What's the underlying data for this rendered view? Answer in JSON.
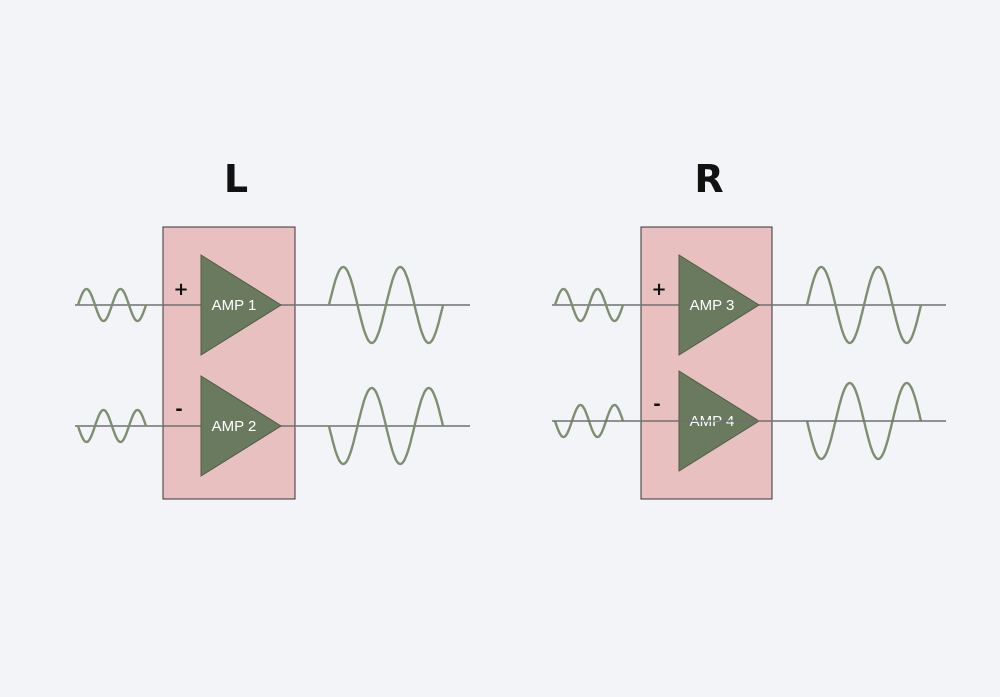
{
  "colors": {
    "background": "#f2f4f8",
    "amp_box": "#e8c0c0",
    "amp_box_border": "#333333",
    "amplifier": "#6a7a5f",
    "wave": "#7e8e72",
    "wire": "#707070",
    "text": "#111111"
  },
  "channels": [
    {
      "label": "L",
      "amps": [
        {
          "label": "AMP 1",
          "polarity": "+",
          "inverted": false
        },
        {
          "label": "AMP 2",
          "polarity": "-",
          "inverted": true
        }
      ]
    },
    {
      "label": "R",
      "amps": [
        {
          "label": "AMP 3",
          "polarity": "+",
          "inverted": false
        },
        {
          "label": "AMP 4",
          "polarity": "-",
          "inverted": true
        }
      ]
    }
  ]
}
